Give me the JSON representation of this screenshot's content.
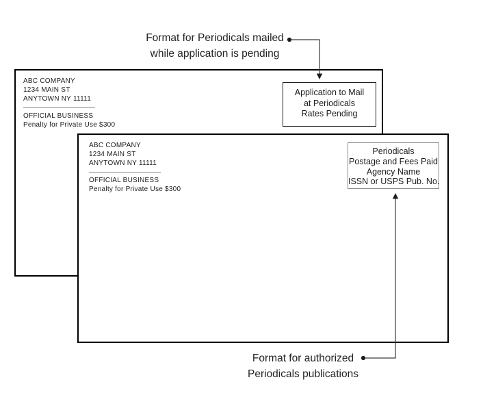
{
  "figure": {
    "annotation_pending": {
      "line1": "Format for Periodicals mailed",
      "line2": "while application is pending"
    },
    "annotation_authorized": {
      "line1": "Format for authorized",
      "line2": "Periodicals publications"
    },
    "envelope_pending": {
      "address": [
        "ABC COMPANY",
        "1234 MAIN ST",
        "ANYTOWN NY 11111"
      ],
      "endorsement": [
        "OFFICIAL BUSINESS",
        "Penalty for Private Use $300"
      ],
      "imprint": [
        "Application to Mail",
        "at Periodicals",
        "Rates Pending"
      ]
    },
    "envelope_authorized": {
      "address": [
        "ABC COMPANY",
        "1234 MAIN ST",
        "ANYTOWN NY 11111"
      ],
      "endorsement": [
        "OFFICIAL BUSINESS",
        "Penalty for Private Use $300"
      ],
      "imprint": [
        "Periodicals",
        "Postage and Fees Paid",
        "Agency Name",
        "ISSN or USPS Pub. No."
      ]
    },
    "colors": {
      "envelope_border": "#000000",
      "imprint_border_pending": "#1f1f1f",
      "imprint_border_authorized": "#8a8a8a",
      "connector_line": "#3a3a3a",
      "text": "#1c1c1c",
      "address_rule": "#8a8a8a"
    }
  }
}
